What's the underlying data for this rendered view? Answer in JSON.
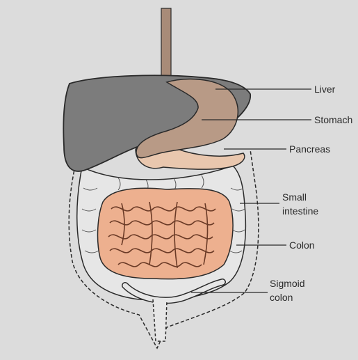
{
  "diagram": {
    "labels": {
      "liver": "Liver",
      "stomach": "Stomach",
      "pancreas": "Pancreas",
      "small_intestine_line1": "Small",
      "small_intestine_line2": "intestine",
      "colon": "Colon",
      "sigmoid_line1": "Sigmoid",
      "sigmoid_line2": "colon"
    },
    "colors": {
      "background": "#dcdcdc",
      "liver": "#7c7c7c",
      "stomach": "#b89a86",
      "esophagus": "#a88b78",
      "pancreas": "#e9c7ae",
      "small_intestine": "#edb08f",
      "colon": "#e6e6e6",
      "outline": "#2a2a2a"
    }
  }
}
